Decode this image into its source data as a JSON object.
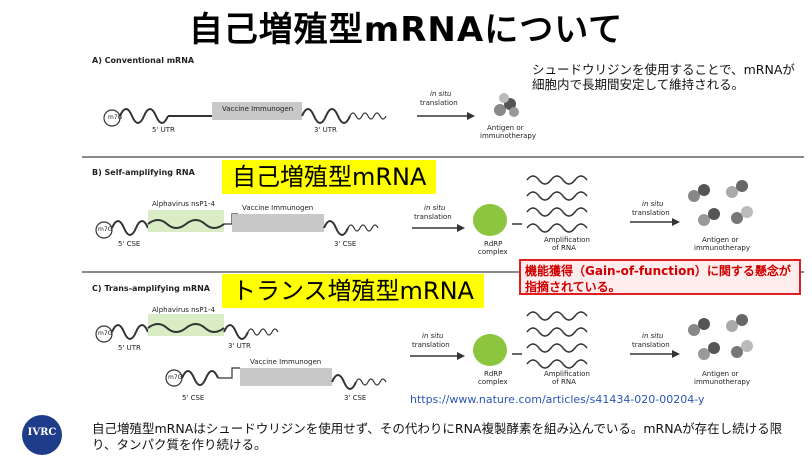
{
  "title": "自己増殖型mRNAについて",
  "panel_a": {
    "label": "A)  Conventional mRNA",
    "cap": "m7G",
    "utr5": "5' UTR",
    "utr3": "3' UTR",
    "box": "Vaccine Immunogen",
    "arrow_top": "in situ",
    "arrow_bottom": "translation",
    "product_1": "Antigen or",
    "product_2": "immunotherapy",
    "note": "シュードウリジンを使用することで、mRNAが細胞内で長期間安定して維持される。"
  },
  "panel_b": {
    "label": "B)  Self-amplifying RNA",
    "highlight": "自己増殖型mRNA",
    "cap": "m7G",
    "cse5": "5' CSE",
    "cse3": "3' CSE",
    "box1": "Alphavirus nsP1-4",
    "box2": "Vaccine Immunogen",
    "arrow_top": "in situ",
    "arrow_bottom": "translation",
    "rdrp_1": "RdRP",
    "rdrp_2": "complex",
    "amp_1": "Amplification",
    "amp_2": "of RNA",
    "arrow2_top": "in situ",
    "arrow2_bottom": "translation",
    "product_1": "Antigen or",
    "product_2": "immunotherapy"
  },
  "panel_c": {
    "label": "C)  Trans-amplifying mRNA",
    "highlight": "トランス増殖型mRNA",
    "cap": "m7G",
    "utr5": "5' UTR",
    "utr3": "3' UTR",
    "box1": "Alphavirus nsP1-4",
    "cap2": "m7G",
    "cse5": "5' CSE",
    "cse3": "3' CSE",
    "box2": "Vaccine Immunogen",
    "arrow_top": "in situ",
    "arrow_bottom": "translation",
    "rdrp_1": "RdRP",
    "rdrp_2": "complex",
    "amp_1": "Amplification",
    "amp_2": "of RNA",
    "arrow2_top": "in situ",
    "arrow2_bottom": "translation",
    "product_1": "Antigen or",
    "product_2": "immunotherapy"
  },
  "warning": "機能獲得（Gain-of-function）に関する懸念が指摘されている。",
  "url": "https://www.nature.com/articles/s41434-020-00204-y",
  "footer": "自己増殖型mRNAはシュードウリジンを使用せず、その代わりにRNA複製酵素を組み込んでいる。mRNAが存在し続ける限り、タンパク質を作り続ける。",
  "logo_text": "IVRC",
  "colors": {
    "highlight": "#ffff00",
    "warning_border": "#e02020",
    "warning_text": "#d00000",
    "link": "#2b56b8",
    "rdrp": "#8cc63f",
    "nsp_box": "#d9ecc4",
    "immunogen_box": "#c8c8c8"
  }
}
